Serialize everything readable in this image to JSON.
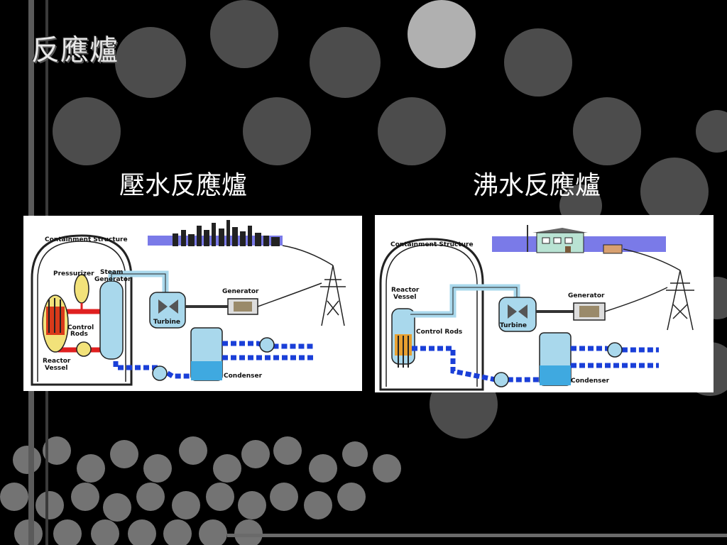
{
  "slide": {
    "title": "反應爐",
    "left_heading": "壓水反應爐",
    "right_heading": "沸水反應爐"
  },
  "pwr_diagram": {
    "containment": "Containment Structure",
    "pressurizer": "Pressurizer",
    "steam_generator_1": "Steam",
    "steam_generator_2": "Generator",
    "control_rods_1": "Control",
    "control_rods_2": "Rods",
    "reactor_vessel_1": "Reactor",
    "reactor_vessel_2": "Vessel",
    "turbine": "Turbine",
    "generator": "Generator",
    "condenser": "Condenser"
  },
  "bwr_diagram": {
    "containment": "Containment Structure",
    "reactor_vessel_1": "Reactor",
    "reactor_vessel_2": "Vessel",
    "control_rods": "Control Rods",
    "turbine": "Turbine",
    "generator": "Generator",
    "condenser": "Condenser"
  },
  "colors": {
    "background": "#000000",
    "water_blue": "#1a3fd8",
    "steam_light": "#a9d8ec",
    "hot_red": "#e02020",
    "fuel_yellow": "#f2e27a",
    "sky": "#7a7ae8"
  }
}
